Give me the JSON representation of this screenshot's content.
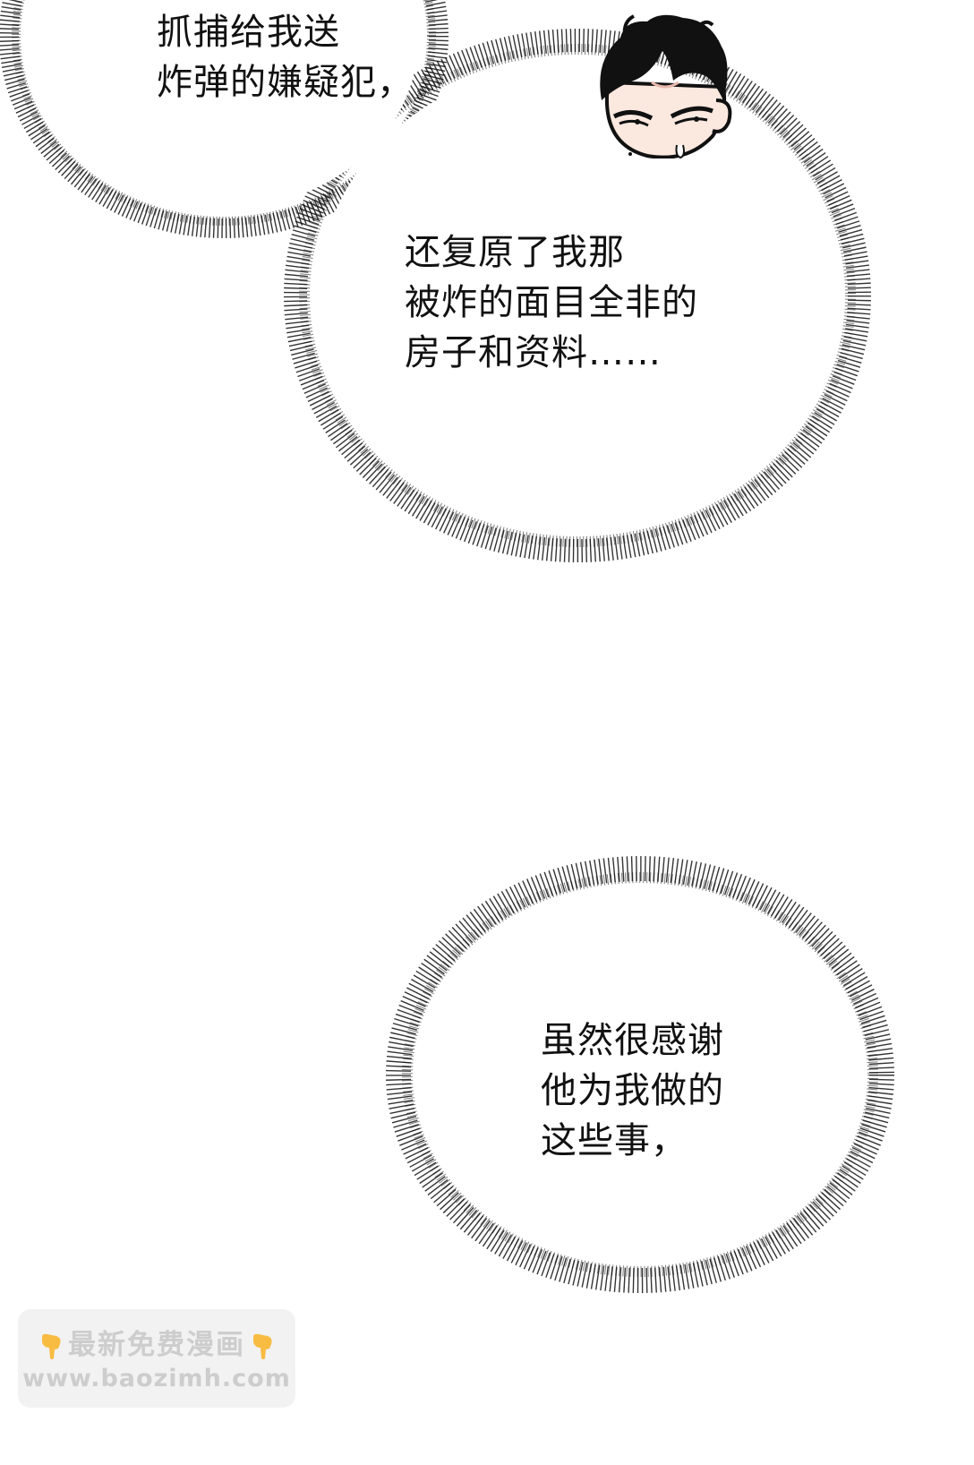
{
  "comic": {
    "bubbles": [
      {
        "id": "bubble-1",
        "lines": [
          "抓捕给我送",
          "炸弹的嫌疑犯，"
        ]
      },
      {
        "id": "bubble-2",
        "lines": [
          "还复原了我那",
          "被炸的面目全非的",
          "房子和资料……"
        ]
      },
      {
        "id": "bubble-3",
        "lines": [
          "虽然很感谢",
          "他为我做的",
          "这些事，"
        ]
      }
    ],
    "text": {
      "bubble1": "抓捕给我送\n炸弹的嫌疑犯，",
      "bubble2": "还复原了我那\n被炸的面目全非的\n房子和资料……",
      "bubble3": "虽然很感谢\n他为我做的\n这些事，"
    },
    "character": {
      "icon": "chibi-man-annoyed-face",
      "expression": "side-eye with sweat drop"
    }
  },
  "watermark": {
    "line1": "最新免费漫画",
    "line2": "www.baozimh.com",
    "icon": "pointing-down-hand-emoji",
    "colors": {
      "background": "#f1f1f1",
      "text": "#c9c9c9",
      "emoji": "#f7b731"
    }
  },
  "colors": {
    "background": "#ffffff",
    "ink": "#111111",
    "skin": "#fbe8df"
  }
}
